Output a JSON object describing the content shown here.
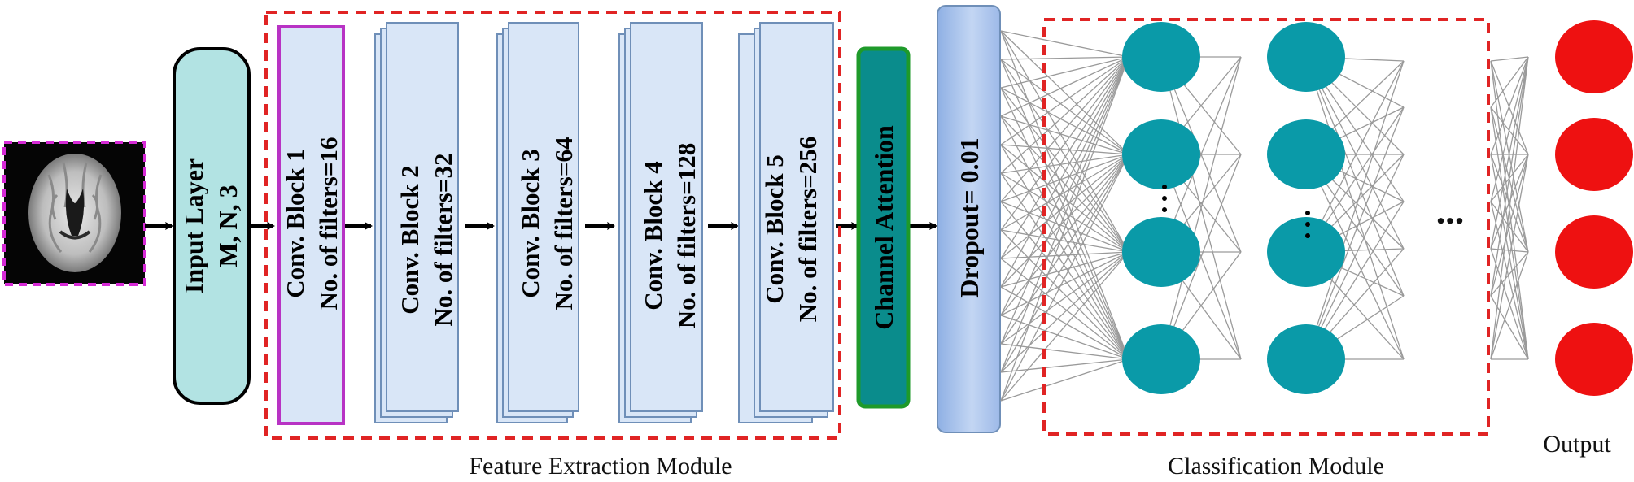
{
  "input_layer": {
    "line1": "Input Layer",
    "line2": "M, N, 3"
  },
  "conv_blocks": [
    {
      "title": "Conv. Block 1",
      "filters": "No. of filters=16"
    },
    {
      "title": "Conv. Block 2",
      "filters": "No. of filters=32"
    },
    {
      "title": "Conv. Block 3",
      "filters": "No. of filters=64"
    },
    {
      "title": "Conv. Block 4",
      "filters": "No. of filters=128"
    },
    {
      "title": "Conv. Block 5",
      "filters": "No. of filters=256"
    }
  ],
  "channel_attention": "Channel Attention",
  "dropout": "Dropout= 0.01",
  "captions": {
    "feature_module": "Feature Extraction Module",
    "classification_module": "Classification Module",
    "output": "Output"
  },
  "ellipsis": "...",
  "colors": {
    "input_fill": "#b2e3e3",
    "conv_fill": "#d9e6f7",
    "conv_stroke": "#6f8fb8",
    "block1_stroke": "#b833c4",
    "attention_fill": "#0a8c8c",
    "attention_stroke": "#1e9a2a",
    "dropout_fill": "#a9c2ea",
    "neuron_fill": "#0a9aa8",
    "output_fill": "#ee1111",
    "module_border": "#e02424",
    "mri_border": "#d62ad6"
  }
}
